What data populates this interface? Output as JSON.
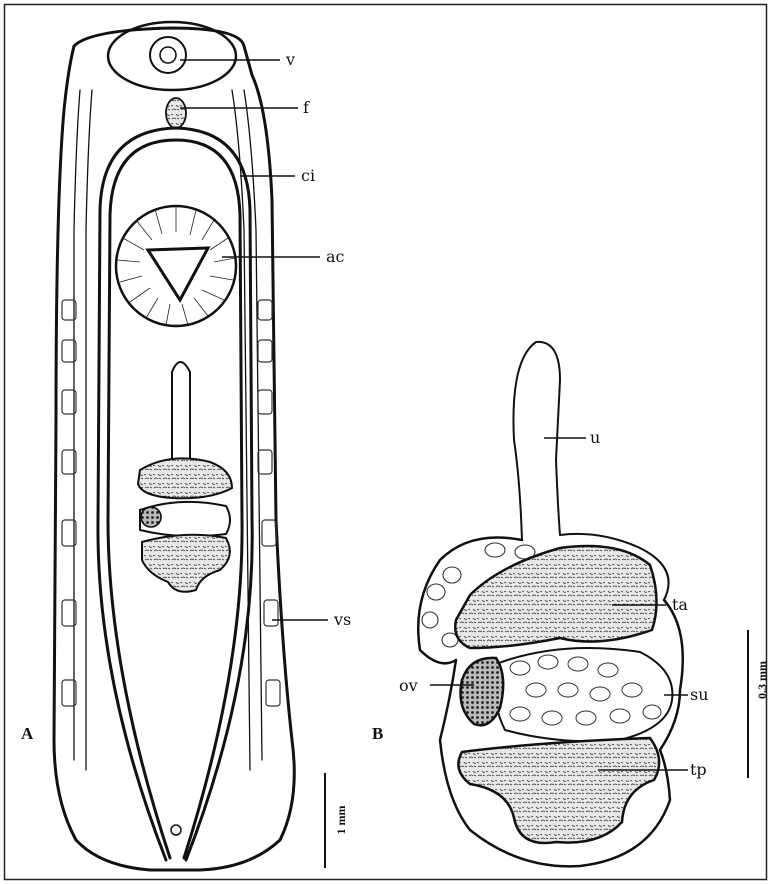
{
  "figure": {
    "panels": [
      {
        "letter": "A",
        "scale_bar": "1 mm",
        "labels": [
          "v",
          "f",
          "ci",
          "ac",
          "vs"
        ]
      },
      {
        "letter": "B",
        "scale_bar": "0.3 mm",
        "labels": [
          "u",
          "ta",
          "ov",
          "su",
          "tp"
        ]
      }
    ],
    "colors": {
      "ink": "#111111",
      "paper": "#ffffff",
      "frame": "#222222"
    }
  }
}
